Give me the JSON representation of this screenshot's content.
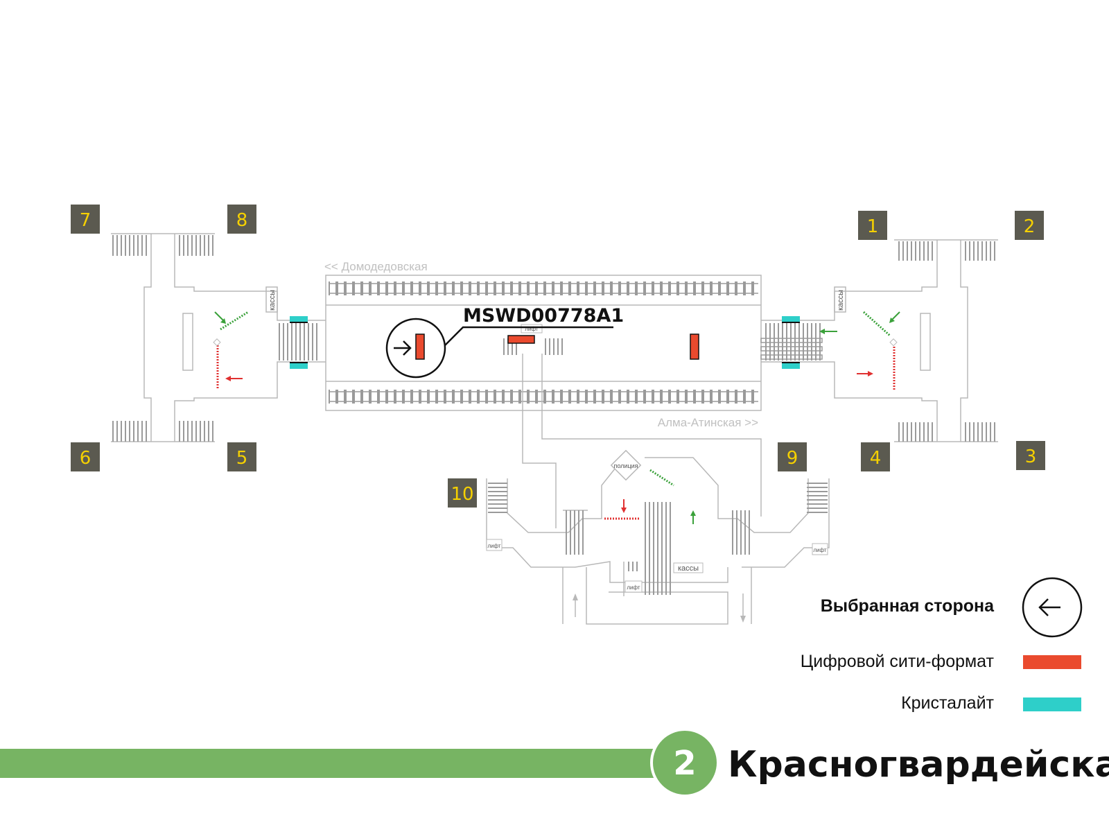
{
  "station": {
    "name": "Красногвардейская",
    "line_number": "2",
    "line_color": "#77b463"
  },
  "directions": {
    "left": "<< Домодедовская",
    "right": "Алма-Атинская >>"
  },
  "exits": [
    "1",
    "2",
    "3",
    "4",
    "5",
    "6",
    "7",
    "8",
    "9",
    "10"
  ],
  "labels": {
    "tickets": "кассы",
    "lift": "лифт",
    "police": "полиция"
  },
  "ad_code": "MSWD00778A1",
  "legend": {
    "selected_side": "Выбранная сторона",
    "digital_city_format": "Цифровой сити-формат",
    "crystallight": "Кристалайт"
  },
  "colors": {
    "digital_city_format": "#ea4a2e",
    "crystallight": "#2ecfc9",
    "exit_badge": "#5b5a50",
    "exit_number": "#f5d000",
    "arrow_green": "#3aa13a",
    "arrow_red": "#e03030",
    "wall": "#b8b8b8"
  }
}
